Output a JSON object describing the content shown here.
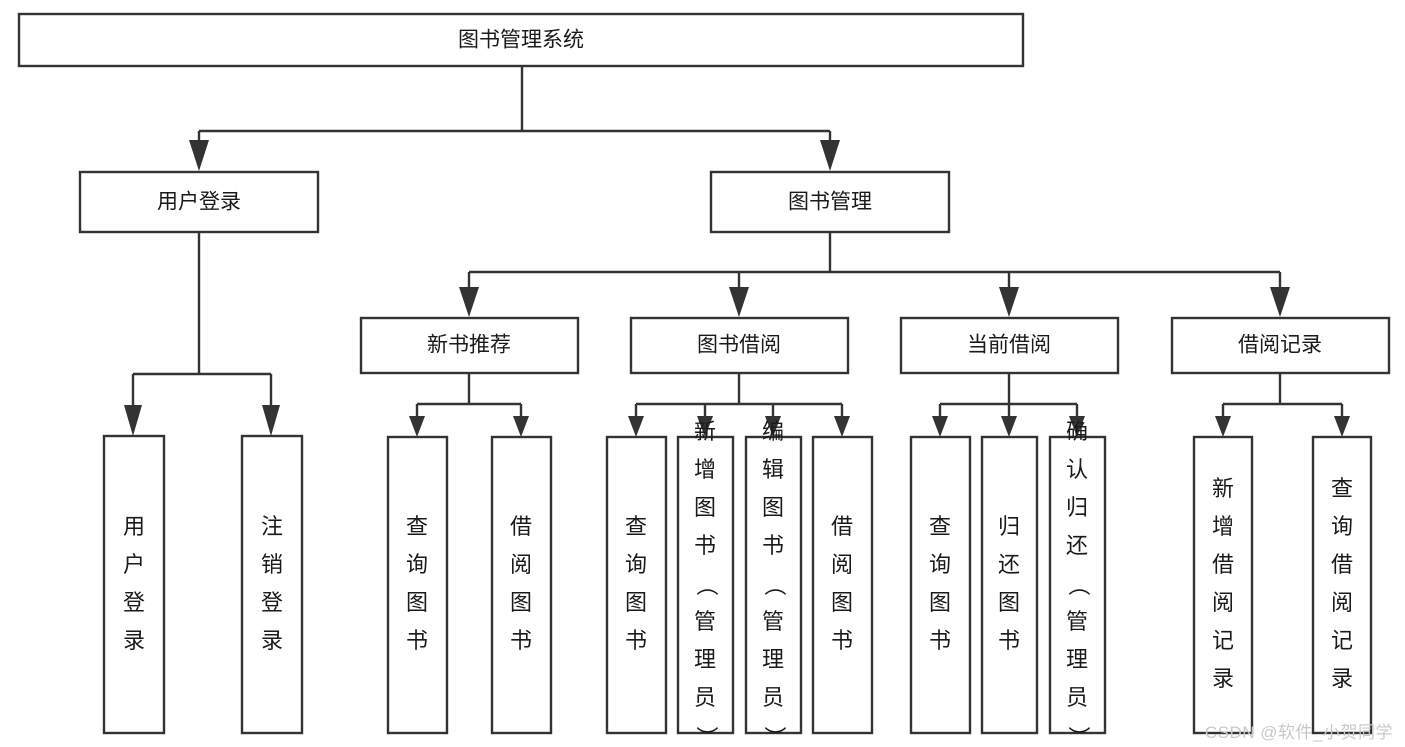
{
  "diagram": {
    "type": "tree-hierarchy",
    "title": "图书管理系统",
    "watermark": "CSDN @软件_小贺同学",
    "colors": {
      "background": "#ffffff",
      "box_fill": "#ffffff",
      "box_stroke": "#333333",
      "text": "#1a1a1a",
      "watermark": "#c9c9c9"
    },
    "nodes": {
      "root": {
        "label": "图书管理系统",
        "level": 0,
        "orientation": "horizontal"
      },
      "level1": [
        {
          "id": "user-login",
          "label": "用户登录",
          "orientation": "horizontal"
        },
        {
          "id": "book-manage",
          "label": "图书管理",
          "orientation": "horizontal"
        }
      ],
      "level2": [
        {
          "id": "new-book-recommend",
          "label": "新书推荐",
          "orientation": "horizontal",
          "parent": "book-manage"
        },
        {
          "id": "book-borrow",
          "label": "图书借阅",
          "orientation": "horizontal",
          "parent": "book-manage"
        },
        {
          "id": "current-borrow",
          "label": "当前借阅",
          "orientation": "horizontal",
          "parent": "book-manage"
        },
        {
          "id": "borrow-record",
          "label": "借阅记录",
          "orientation": "horizontal",
          "parent": "book-manage"
        }
      ],
      "leaves": [
        {
          "id": "leaf-user-login",
          "label": "用户登录",
          "parent": "user-login",
          "orientation": "vertical"
        },
        {
          "id": "leaf-user-logout",
          "label": "注销登录",
          "parent": "user-login",
          "orientation": "vertical"
        },
        {
          "id": "leaf-query-book-1",
          "label": "查询图书",
          "parent": "new-book-recommend",
          "orientation": "vertical"
        },
        {
          "id": "leaf-borrow-book-1",
          "label": "借阅图书",
          "parent": "new-book-recommend",
          "orientation": "vertical"
        },
        {
          "id": "leaf-query-book-2",
          "label": "查询图书",
          "parent": "book-borrow",
          "orientation": "vertical"
        },
        {
          "id": "leaf-add-book",
          "label": "新增图书（管理员）",
          "parent": "book-borrow",
          "orientation": "vertical"
        },
        {
          "id": "leaf-edit-book",
          "label": "编辑图书（管理员）",
          "parent": "book-borrow",
          "orientation": "vertical"
        },
        {
          "id": "leaf-borrow-book-2",
          "label": "借阅图书",
          "parent": "book-borrow",
          "orientation": "vertical"
        },
        {
          "id": "leaf-query-book-3",
          "label": "查询图书",
          "parent": "current-borrow",
          "orientation": "vertical"
        },
        {
          "id": "leaf-return-book",
          "label": "归还图书",
          "parent": "current-borrow",
          "orientation": "vertical"
        },
        {
          "id": "leaf-confirm-return",
          "label": "确认归还（管理员）",
          "parent": "current-borrow",
          "orientation": "vertical"
        },
        {
          "id": "leaf-add-record",
          "label": "新增借阅记录",
          "parent": "borrow-record",
          "orientation": "vertical"
        },
        {
          "id": "leaf-query-record",
          "label": "查询借阅记录",
          "parent": "borrow-record",
          "orientation": "vertical"
        }
      ]
    }
  }
}
